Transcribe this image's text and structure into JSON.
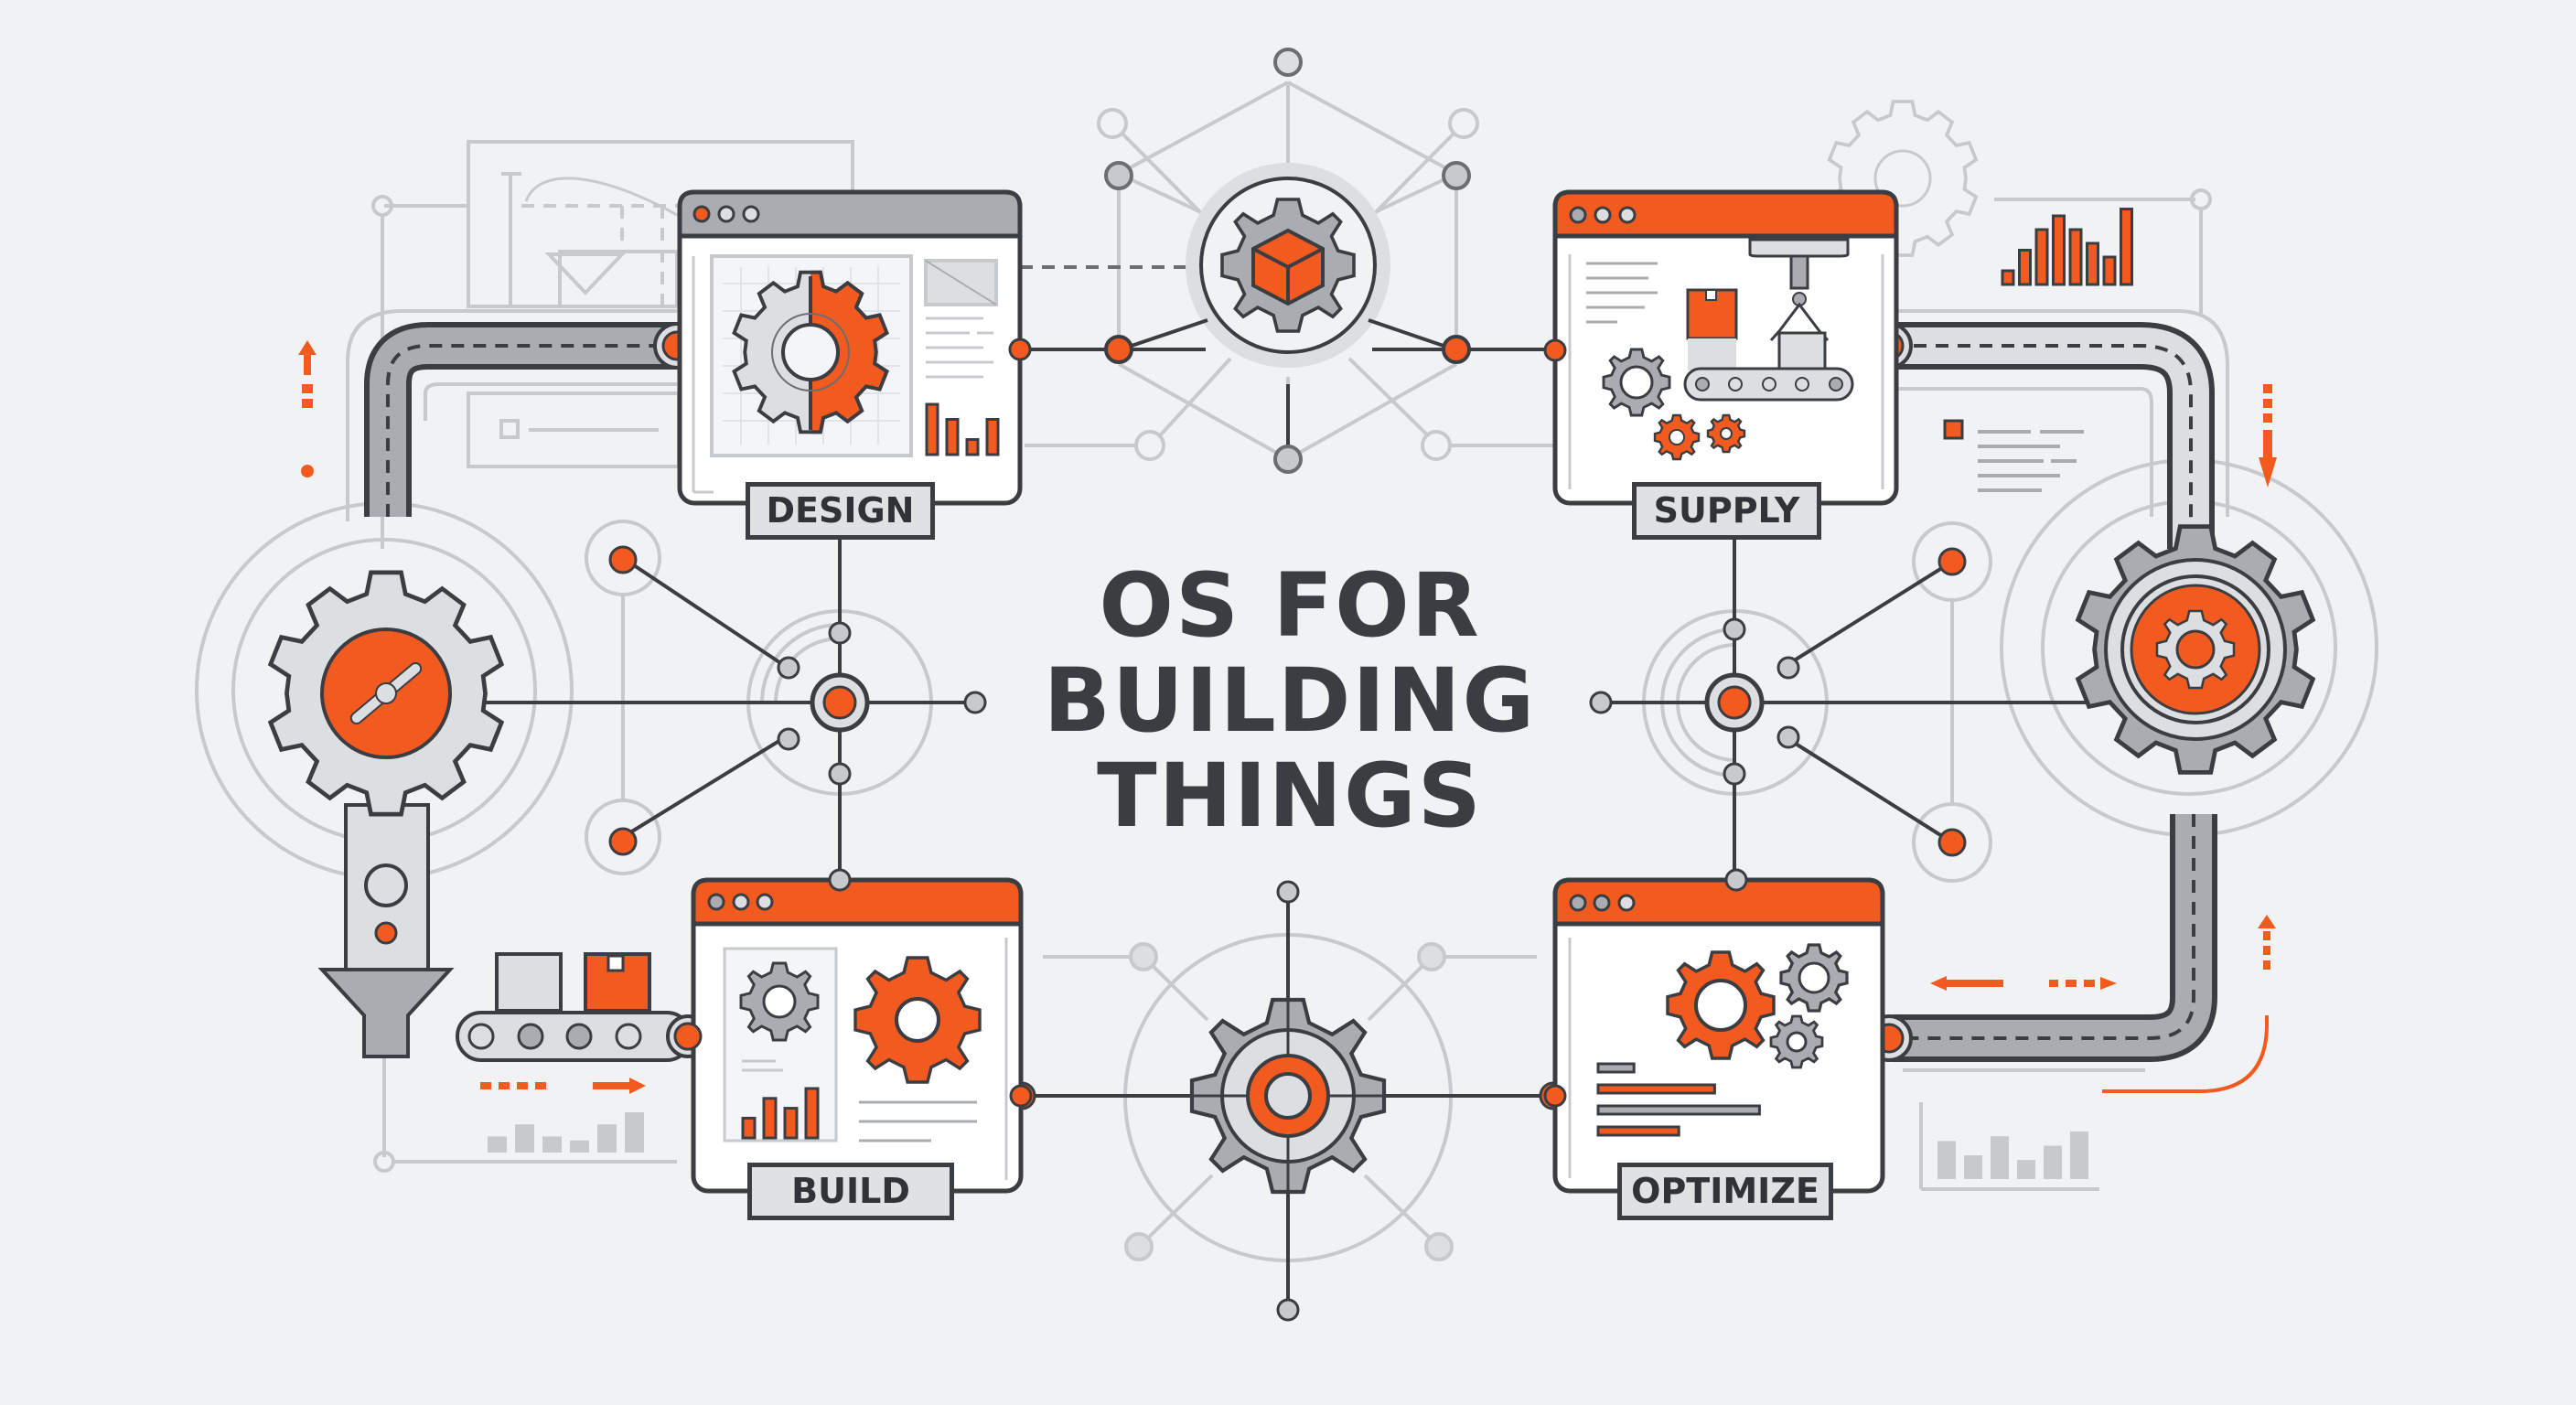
{
  "title": {
    "line1": "OS FOR",
    "line2": "BUILDING",
    "line3": "THINGS"
  },
  "stages": [
    {
      "id": "design",
      "label": "DESIGN",
      "header_color": "#a9adb1"
    },
    {
      "id": "supply",
      "label": "SUPPLY",
      "header_color": "#f25a1f"
    },
    {
      "id": "build",
      "label": "BUILD",
      "header_color": "#f25a1f"
    },
    {
      "id": "optimize",
      "label": "OPTIMIZE",
      "header_color": "#f25a1f"
    }
  ],
  "hubs": {
    "top": {
      "icon": "gear-cube-icon"
    },
    "bottom": {
      "icon": "gear-target-icon"
    },
    "left": {
      "icon": "gear-wrench-icon"
    },
    "right": {
      "icon": "gear-in-gear-icon"
    }
  },
  "colors": {
    "accent": "#f25a1f",
    "outline": "#3a3d41",
    "gray_fill": "#a9adb1",
    "light_gray": "#dcdfe1",
    "faint_line": "#c6cacd",
    "background": "#f0f2f4",
    "panel": "#ffffff"
  },
  "chart_data": [
    {
      "type": "bar",
      "title": "",
      "location": "design-window",
      "categories": [
        "1",
        "2",
        "3",
        "4"
      ],
      "values": [
        10,
        7,
        3,
        7
      ],
      "color": "#f25a1f"
    },
    {
      "type": "bar",
      "title": "",
      "location": "top-right-decoration",
      "categories": [
        "1",
        "2",
        "3",
        "4",
        "5",
        "6",
        "7",
        "8"
      ],
      "values": [
        2,
        5,
        8,
        10,
        8,
        6,
        4,
        11
      ],
      "color": "#f25a1f"
    },
    {
      "type": "bar",
      "title": "",
      "location": "build-window",
      "categories": [
        "1",
        "2",
        "3",
        "4"
      ],
      "values": [
        4,
        8,
        6,
        10
      ],
      "color": "#f25a1f"
    },
    {
      "type": "bar",
      "title": "",
      "location": "optimize-window-hbars",
      "categories": [
        "1",
        "2",
        "3",
        "4"
      ],
      "values": [
        4,
        13,
        18,
        9
      ],
      "color": [
        "#a9adb1",
        "#f25a1f",
        "#a9adb1",
        "#f25a1f"
      ]
    },
    {
      "type": "bar",
      "title": "",
      "location": "bottom-left-decoration",
      "categories": [
        "1",
        "2",
        "3",
        "4",
        "5",
        "6"
      ],
      "values": [
        4,
        7,
        4,
        3,
        7,
        10
      ],
      "color": "#c6cacd"
    },
    {
      "type": "bar",
      "title": "",
      "location": "bottom-right-decoration",
      "categories": [
        "1",
        "2",
        "3",
        "4",
        "5",
        "6"
      ],
      "values": [
        8,
        5,
        9,
        4,
        7,
        10
      ],
      "color": "#c6cacd"
    }
  ]
}
